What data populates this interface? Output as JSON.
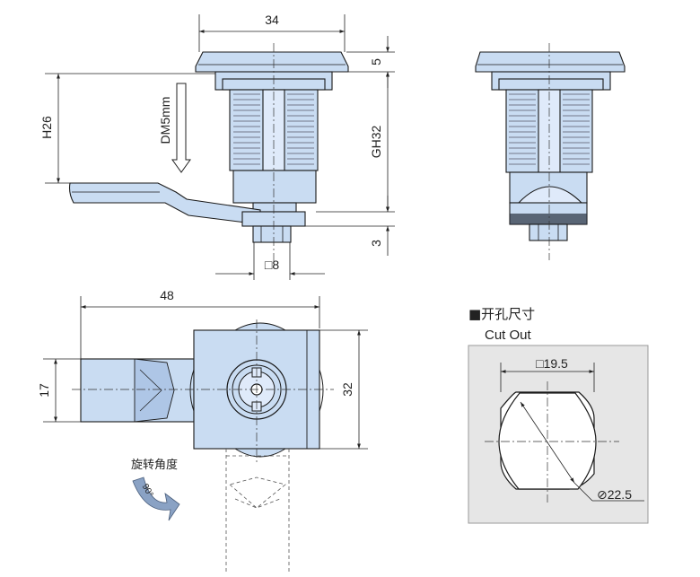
{
  "labels": {
    "width_34": "34",
    "height_5": "5",
    "gh32": "GH32",
    "h26": "H26",
    "dm5mm": "DM5mm",
    "dim_3": "3",
    "square_8": "□8",
    "width_48": "48",
    "dim_17": "17",
    "dim_32": "32",
    "rotation_angle": "旋转角度",
    "rotation_90": "90°",
    "cutout_cn": "■开孔尺寸",
    "cutout_en": "Cut Out",
    "square_19_5": "□19.5",
    "dia_22_5": "⊘22.5"
  },
  "colors": {
    "part_fill": "#c9dcf2",
    "cutout_bg": "#e6e6e6",
    "rotation_arrow": "#8aa2c4"
  }
}
